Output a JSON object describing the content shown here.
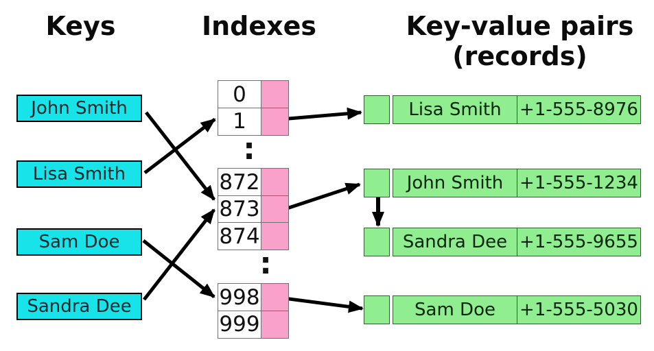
{
  "headers": {
    "keys": "Keys",
    "indexes": "Indexes",
    "kv_line1": "Key-value pairs",
    "kv_line2": "(records)"
  },
  "keys": [
    "John Smith",
    "Lisa Smith",
    "Sam Doe",
    "Sandra Dee"
  ],
  "index_tables": [
    {
      "rows": [
        "0",
        "1"
      ]
    },
    {
      "rows": [
        "872",
        "873",
        "874"
      ]
    },
    {
      "rows": [
        "998",
        "999"
      ]
    }
  ],
  "ellipsis": ":",
  "records": [
    {
      "name": "Lisa Smith",
      "phone": "+1-555-8976"
    },
    {
      "name": "John Smith",
      "phone": "+1-555-1234"
    },
    {
      "name": "Sandra Dee",
      "phone": "+1-555-9655"
    },
    {
      "name": "Sam Doe",
      "phone": "+1-555-5030"
    }
  ],
  "colors": {
    "key_fill": "#18e3e8",
    "slot_fill": "#f9a1ca",
    "record_fill": "#90ee90",
    "table_border": "#6f6f6f",
    "record_border": "#2f5f2f",
    "key_border": "#000000",
    "arrow": "#000000",
    "bg": "#ffffff"
  }
}
